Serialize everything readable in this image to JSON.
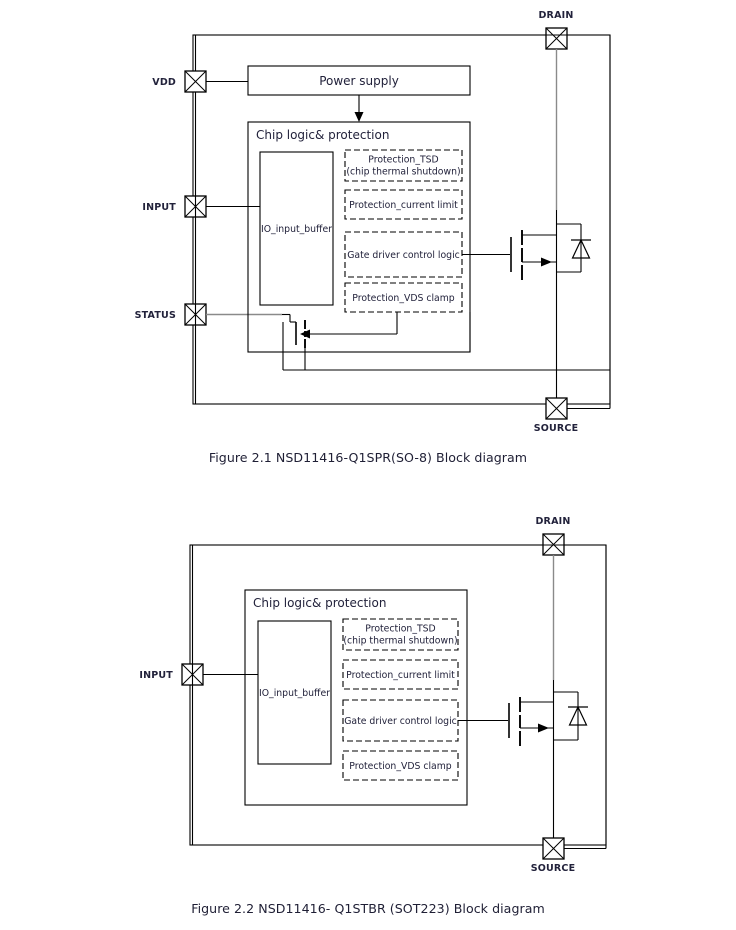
{
  "document": {
    "type": "datasheet-block-diagrams",
    "page_background": "#ffffff"
  },
  "figures": [
    {
      "id": "figure-2-1",
      "caption": "Figure 2.1 NSD11416-Q1SPR(SO-8) Block diagram",
      "pins": [
        {
          "name": "VDD",
          "label": "VDD",
          "side": "left"
        },
        {
          "name": "INPUT",
          "label": "INPUT",
          "side": "left"
        },
        {
          "name": "STATUS",
          "label": "STATUS",
          "side": "left"
        },
        {
          "name": "DRAIN",
          "label": "DRAIN",
          "side": "top"
        },
        {
          "name": "SOURCE",
          "label": "SOURCE",
          "side": "bottom"
        }
      ],
      "blocks": [
        {
          "name": "power-supply",
          "label": "Power supply",
          "style": "solid"
        },
        {
          "name": "chip-logic",
          "label": "Chip logic& protection",
          "style": "solid"
        },
        {
          "name": "io-input-buffer",
          "label": "IO_input_buffer",
          "style": "solid"
        },
        {
          "name": "protection-tsd",
          "label_line1": "Protection_TSD",
          "label_line2": "(chip thermal shutdown)",
          "style": "dashed"
        },
        {
          "name": "protection-current-limit",
          "label": "Protection_current limit",
          "style": "dashed"
        },
        {
          "name": "gate-driver",
          "label": "Gate driver control logic",
          "style": "dashed"
        },
        {
          "name": "protection-vds-clamp",
          "label": "Protection_VDS clamp",
          "style": "dashed"
        }
      ],
      "devices": [
        {
          "name": "power-mosfet",
          "type": "n-mosfet-with-body-diode"
        },
        {
          "name": "status-mosfet",
          "type": "n-mosfet-open-drain"
        }
      ]
    },
    {
      "id": "figure-2-2",
      "caption": "Figure 2.2 NSD11416- Q1STBR (SOT223) Block diagram",
      "pins": [
        {
          "name": "INPUT",
          "label": "INPUT",
          "side": "left"
        },
        {
          "name": "DRAIN",
          "label": "DRAIN",
          "side": "top"
        },
        {
          "name": "SOURCE",
          "label": "SOURCE",
          "side": "bottom"
        }
      ],
      "blocks": [
        {
          "name": "chip-logic",
          "label": "Chip logic& protection",
          "style": "solid"
        },
        {
          "name": "io-input-buffer",
          "label": "IO_input_buffer",
          "style": "solid"
        },
        {
          "name": "protection-tsd",
          "label_line1": "Protection_TSD",
          "label_line2": "(chip thermal shutdown)",
          "style": "dashed"
        },
        {
          "name": "protection-current-limit",
          "label": "Protection_current limit",
          "style": "dashed"
        },
        {
          "name": "gate-driver",
          "label": "Gate driver control logic",
          "style": "dashed"
        },
        {
          "name": "protection-vds-clamp",
          "label": "Protection_VDS clamp",
          "style": "dashed"
        }
      ],
      "devices": [
        {
          "name": "power-mosfet",
          "type": "n-mosfet-with-body-diode"
        }
      ]
    }
  ],
  "colors": {
    "line": "#000000",
    "text": "#22223b",
    "gray_wire": "#8a8a8a",
    "background": "#ffffff"
  }
}
